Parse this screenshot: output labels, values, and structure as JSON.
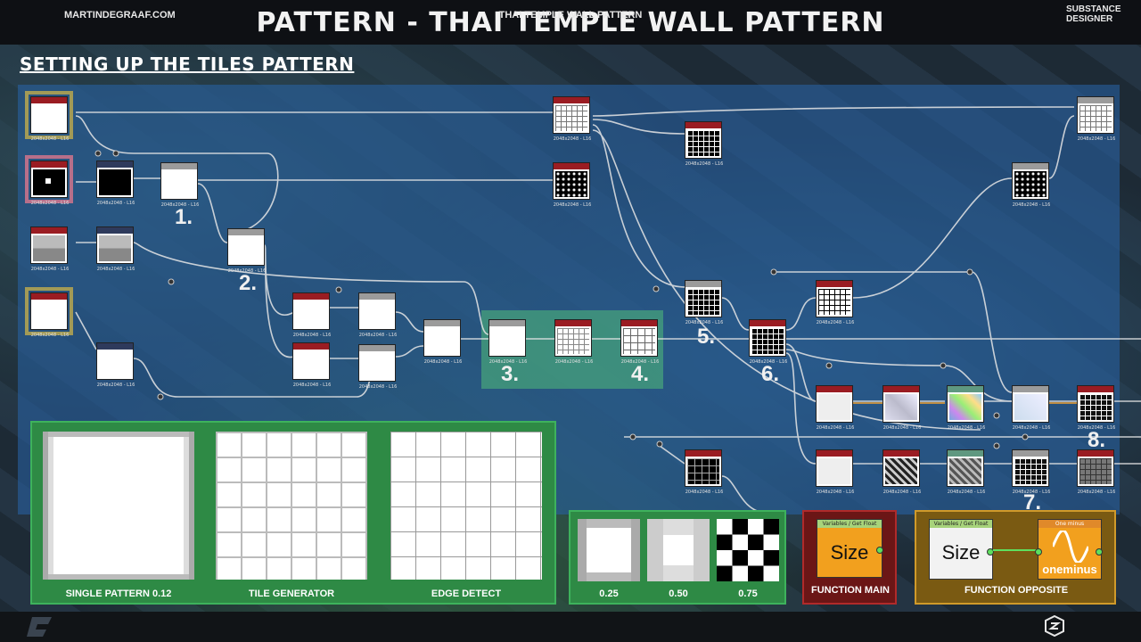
{
  "page": {
    "title": "PATTERN - THAI TEMPLE WALL PATTERN",
    "subtitle": "SETTING UP THE TILES PATTERN"
  },
  "graph": {
    "resolution_label": "2048x2048 - L16",
    "steps": [
      "1.",
      "2.",
      "3.",
      "4.",
      "5.",
      "6.",
      "7.",
      "8."
    ]
  },
  "panels": {
    "single_pattern": "SINGLE PATTERN 0.12",
    "tile_generator": "TILE GENERATOR",
    "edge_detect": "EDGE DETECT",
    "v025": "0.25",
    "v050": "0.50",
    "v075": "0.75",
    "function_main": "FUNCTION MAIN",
    "function_opposite": "FUNCTION OPPOSITE",
    "fn_size_header": "Variables / Get Float",
    "fn_size_text": "Size",
    "fn_oneminus_header": "One minus",
    "fn_oneminus_text": "oneminus"
  },
  "footer": {
    "site": "MARTINDEGRAAF.COM",
    "center": "THAI TEMPLE WALL PATTERN",
    "brand_line1": "SUBSTANCE",
    "brand_line2": "DESIGNER"
  },
  "colors": {
    "graph_blue": "#2864aa",
    "frame_green": "#2e8a45",
    "function_main": "#f2a01e",
    "function_opposite": "#c98a1a",
    "node_header_red": "#9a1c22"
  }
}
